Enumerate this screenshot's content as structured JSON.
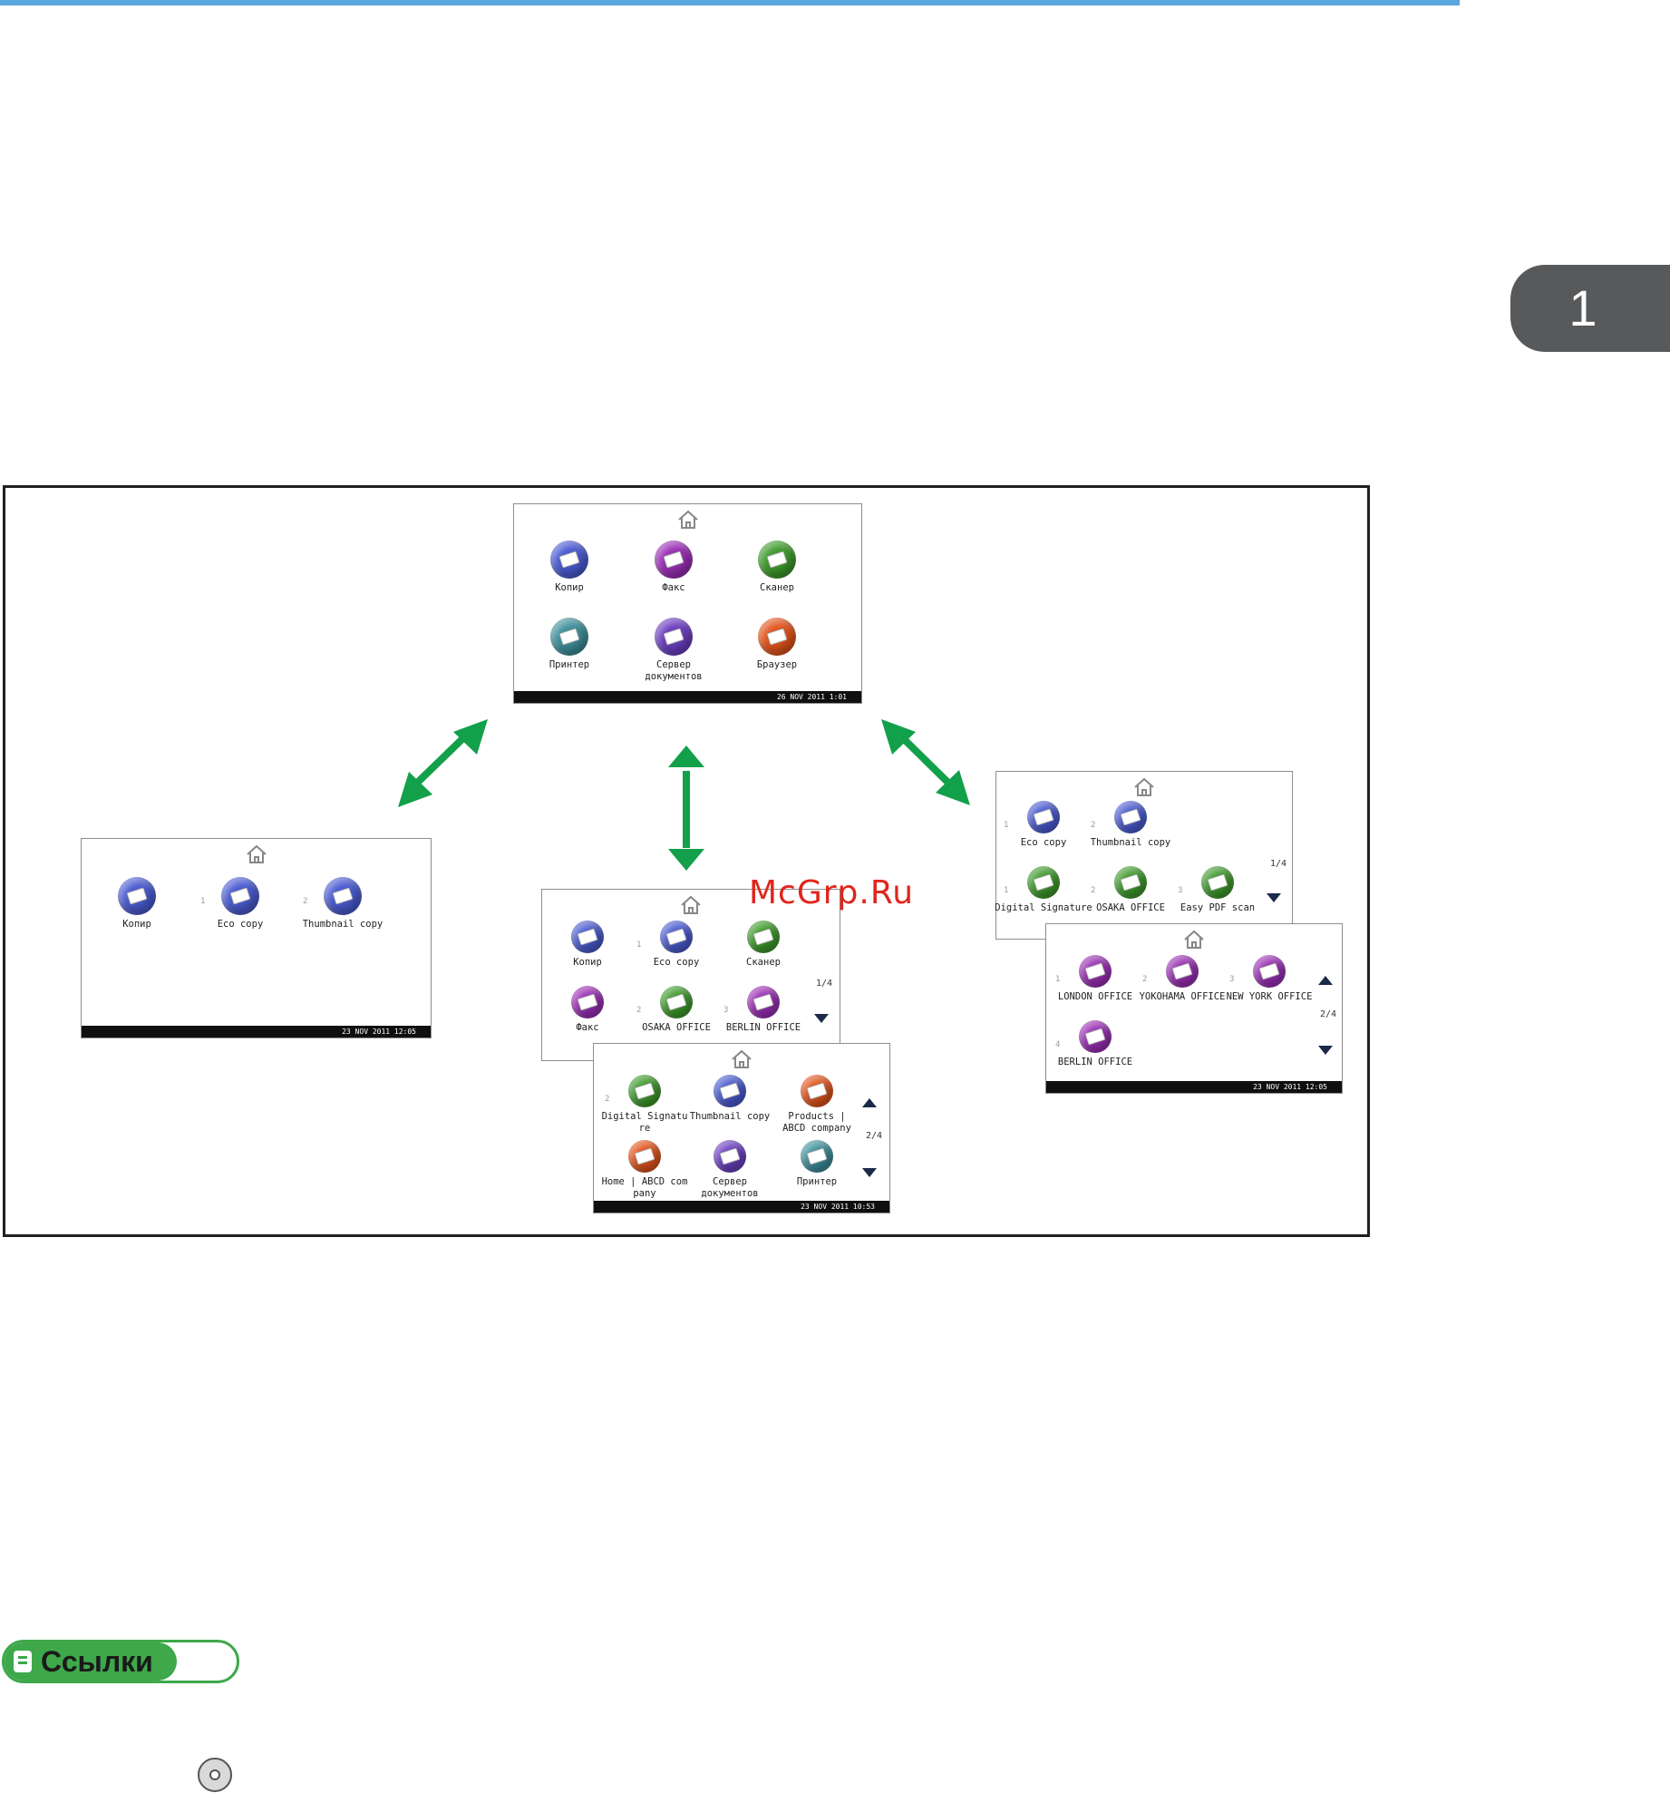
{
  "chapter_tab": {
    "number": "1"
  },
  "watermark": "McGrp.Ru",
  "colors": {
    "blue": "#4a5bd1",
    "purple": "#9a2fb5",
    "green": "#3e9a2c",
    "teal": "#3d8f9a",
    "violet": "#6b3fc0",
    "orange": "#e2541c",
    "arrow": "#12a04a"
  },
  "screens": {
    "main": {
      "status": "26 NOV  2011  1:01",
      "tiles": [
        {
          "label": "Копир",
          "color": "blue",
          "icon": "copier-icon"
        },
        {
          "label": "Факс",
          "color": "purple",
          "icon": "fax-icon"
        },
        {
          "label": "Сканер",
          "color": "green",
          "icon": "scanner-icon"
        },
        {
          "label": "Принтер",
          "color": "teal",
          "icon": "printer-icon"
        },
        {
          "label": "Сервер документов",
          "color": "violet",
          "icon": "document-server-icon"
        },
        {
          "label": "Браузер",
          "color": "orange",
          "icon": "browser-icon"
        }
      ]
    },
    "left": {
      "status": "23 NOV  2011 12:05",
      "tiles": [
        {
          "label": "Копир",
          "num": "",
          "color": "blue"
        },
        {
          "label": "Eco copy",
          "num": "1",
          "color": "blue"
        },
        {
          "label": "Thumbnail copy",
          "num": "2",
          "color": "blue"
        }
      ]
    },
    "center_p1": {
      "pager": "1/4",
      "tiles": [
        {
          "label": "Копир",
          "num": "",
          "color": "blue"
        },
        {
          "label": "Eco copy",
          "num": "1",
          "color": "blue"
        },
        {
          "label": "Сканер",
          "num": "",
          "color": "green"
        },
        {
          "label": "Факс",
          "num": "",
          "color": "purple"
        },
        {
          "label": "OSAKA OFFICE",
          "num": "2",
          "color": "green"
        },
        {
          "label": "BERLIN OFFICE",
          "num": "3",
          "color": "purple"
        }
      ]
    },
    "center_p2": {
      "status": "23 NOV  2011 10:53",
      "pager": "2/4",
      "tiles": [
        {
          "label": "Digital Signature",
          "num": "2",
          "color": "green"
        },
        {
          "label": "Thumbnail copy",
          "num": "",
          "color": "blue"
        },
        {
          "label": "Products | ABCD company",
          "num": "",
          "color": "orange"
        },
        {
          "label": "Home | ABCD company",
          "num": "",
          "color": "orange"
        },
        {
          "label": "Сервер документов",
          "num": "",
          "color": "violet"
        },
        {
          "label": "Принтер",
          "num": "",
          "color": "teal"
        }
      ]
    },
    "right_p1": {
      "pager": "1/4",
      "tiles": [
        {
          "label": "Eco copy",
          "num": "1",
          "color": "blue"
        },
        {
          "label": "Thumbnail copy",
          "num": "2",
          "color": "blue"
        },
        {
          "label": "Digital Signature",
          "num": "1",
          "color": "green"
        },
        {
          "label": "OSAKA OFFICE",
          "num": "2",
          "color": "green"
        },
        {
          "label": "Easy PDF scan",
          "num": "3",
          "color": "green"
        }
      ]
    },
    "right_p2": {
      "status": "23 NOV  2011 12:05",
      "pager": "2/4",
      "tiles": [
        {
          "label": "LONDON OFFICE",
          "num": "1",
          "color": "purple"
        },
        {
          "label": "YOKOHAMA OFFICE",
          "num": "2",
          "color": "purple"
        },
        {
          "label": "NEW YORK OFFICE",
          "num": "3",
          "color": "purple"
        },
        {
          "label": "BERLIN OFFICE",
          "num": "4",
          "color": "purple"
        }
      ]
    }
  },
  "links": {
    "label": "Ссылки"
  }
}
